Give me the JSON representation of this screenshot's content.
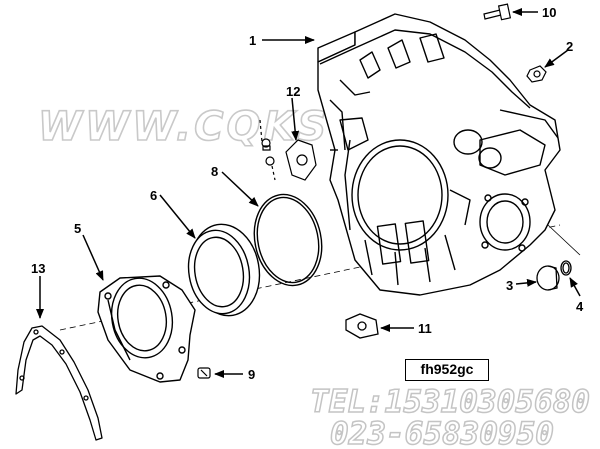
{
  "watermark": "WWW.CQKSGS.COM",
  "figure_code": "fh952gc",
  "contact": {
    "tel": "TEL:15310305680",
    "phone": "023-65830950"
  },
  "callouts": {
    "c1": "1",
    "c2": "2",
    "c3": "3",
    "c4": "4",
    "c5": "5",
    "c6": "6",
    "c8": "8",
    "c9": "9",
    "c10": "10",
    "c11": "11",
    "c12": "12",
    "c13": "13"
  },
  "colors": {
    "line": "#000000",
    "watermark": "#c9c9c9"
  }
}
